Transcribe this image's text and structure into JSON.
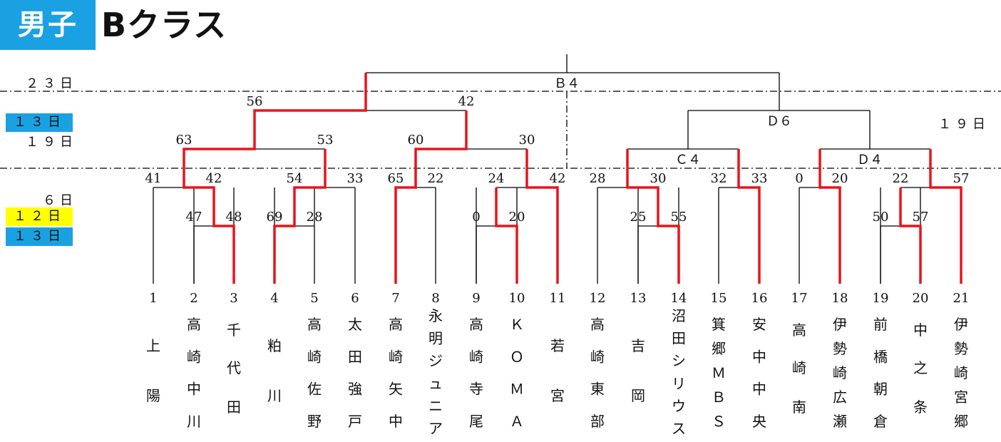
{
  "title": {
    "badge": "男子",
    "class": "Bクラス"
  },
  "dates": {
    "d23": "２３日",
    "d13_top": "１３日",
    "d19_left": "１９日",
    "d19_right": "１９日",
    "d6": "６日",
    "d12": "１２日",
    "d13_bottom": "１３日"
  },
  "colors": {
    "highlight_blue": "#1aa1e2",
    "highlight_yellow": "#ffff00",
    "win_line": "#e8141c",
    "line": "#000000"
  },
  "nodes": {
    "b4": "Ｂ４",
    "d6": "Ｄ６",
    "c4": "Ｃ４",
    "d4": "Ｄ４"
  },
  "teams": [
    {
      "num": "1",
      "name": "上陽"
    },
    {
      "num": "2",
      "name": "高崎中川"
    },
    {
      "num": "3",
      "name": "千代田"
    },
    {
      "num": "4",
      "name": "粕川"
    },
    {
      "num": "5",
      "name": "高崎佐野"
    },
    {
      "num": "6",
      "name": "太田強戸"
    },
    {
      "num": "7",
      "name": "高崎矢中"
    },
    {
      "num": "8",
      "name": "永明ジュニア"
    },
    {
      "num": "9",
      "name": "高崎寺尾"
    },
    {
      "num": "10",
      "name": "ＫＯＭＡ"
    },
    {
      "num": "11",
      "name": "若宮"
    },
    {
      "num": "12",
      "name": "高崎東部"
    },
    {
      "num": "13",
      "name": "吉岡"
    },
    {
      "num": "14",
      "name": "沼田シリウス"
    },
    {
      "num": "15",
      "name": "箕郷ＭＢＳ"
    },
    {
      "num": "16",
      "name": "安中中央"
    },
    {
      "num": "17",
      "name": "高崎南"
    },
    {
      "num": "18",
      "name": "伊勢崎広瀬"
    },
    {
      "num": "19",
      "name": "前橋朝倉"
    },
    {
      "num": "20",
      "name": "中之条"
    },
    {
      "num": "21",
      "name": "伊勢崎宮郷"
    }
  ],
  "scores": {
    "r1_2_3": [
      "47",
      "48"
    ],
    "r1_4_5": [
      "69",
      "28"
    ],
    "r1_9_10": [
      "0",
      "20"
    ],
    "r1_13_14": [
      "25",
      "55"
    ],
    "r1_19_20": [
      "50",
      "57"
    ],
    "r2_1": [
      "41",
      "42"
    ],
    "r2_2": [
      "54",
      "33"
    ],
    "r2_3": [
      "65",
      "22"
    ],
    "r2_4": [
      "24",
      "42"
    ],
    "r2_5": [
      "28",
      "30"
    ],
    "r2_6": [
      "32",
      "33"
    ],
    "r2_7": [
      "0",
      "20"
    ],
    "r2_8": [
      "22",
      "57"
    ],
    "r3_1": [
      "63",
      "53"
    ],
    "r3_2": [
      "60",
      "30"
    ],
    "sf_left": [
      "56",
      "42"
    ]
  }
}
